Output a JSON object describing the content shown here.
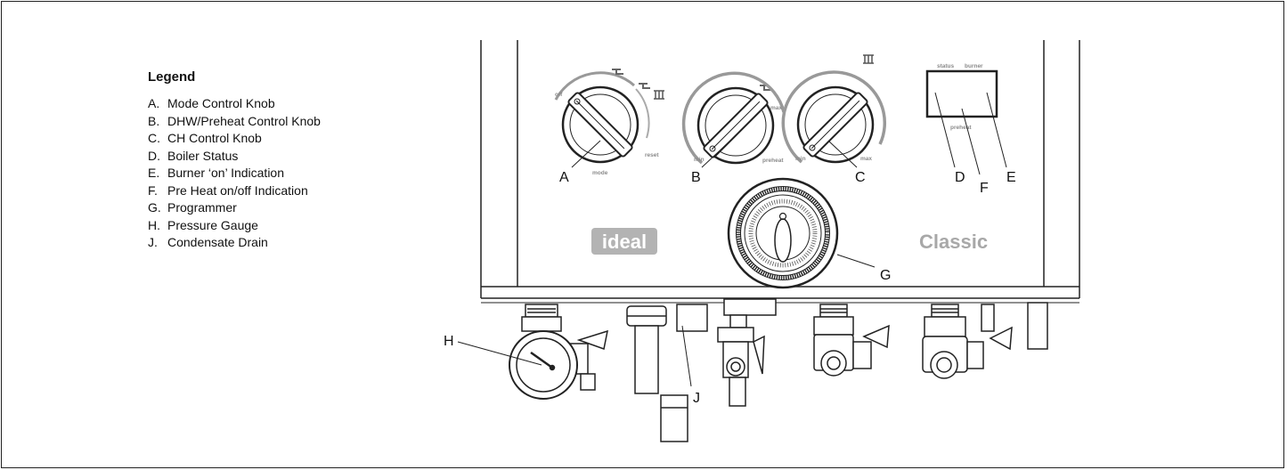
{
  "legend": {
    "title": "Legend",
    "items": [
      {
        "key": "A.",
        "text": "Mode Control Knob"
      },
      {
        "key": "B.",
        "text": "DHW/Preheat Control Knob"
      },
      {
        "key": "C.",
        "text": "CH Control Knob"
      },
      {
        "key": "D.",
        "text": "Boiler Status"
      },
      {
        "key": "E.",
        "text": "Burner ‘on’ Indication"
      },
      {
        "key": "F.",
        "text": "Pre Heat on/off Indication"
      },
      {
        "key": "G.",
        "text": "Programmer"
      },
      {
        "key": "H.",
        "text": "Pressure Gauge"
      },
      {
        "key": "J.",
        "text": "Condensate Drain"
      }
    ]
  },
  "callouts": {
    "A": "A",
    "B": "B",
    "C": "C",
    "D": "D",
    "E": "E",
    "F": "F",
    "G": "G",
    "H": "H",
    "J": "J"
  },
  "dial_text": {
    "off": "off",
    "mode": "mode",
    "reset": "reset",
    "min": "min",
    "max": "max",
    "preheat": "preheat",
    "status": "status",
    "burner": "burner"
  },
  "branding": {
    "logo": "ideal",
    "model": "Classic"
  },
  "colors": {
    "line": "#222222",
    "grey_text": "#a8a8a8",
    "logo_bg": "#b3b3b3"
  }
}
